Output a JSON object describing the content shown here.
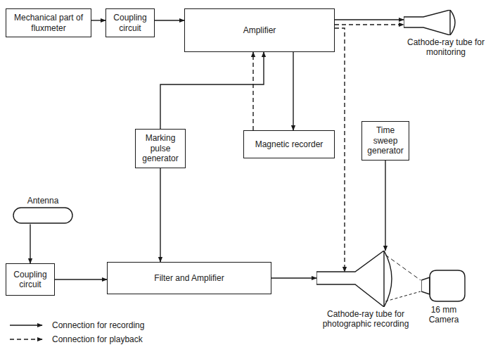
{
  "diagram": {
    "nodes": [
      {
        "text": [
          "Mechanical part of fluxmeter"
        ]
      },
      {
        "text": [
          "Coupling circuit"
        ]
      },
      {
        "text": [
          "Amplifier"
        ]
      },
      {
        "text": [
          "Cathode-ray tube for monitoring"
        ]
      },
      {
        "text": [
          "Marking pulse generator"
        ]
      },
      {
        "text": [
          "Magnetic recorder"
        ]
      },
      {
        "text": [
          "Time sweep generator"
        ]
      },
      {
        "text": [
          "Antenna"
        ]
      },
      {
        "text": [
          "Coupling circuit"
        ]
      },
      {
        "text": [
          "Filter and Amplifier"
        ]
      },
      {
        "text": [
          "Cathode-ray tube for photographic recording"
        ]
      },
      {
        "text": [
          "16 mm Camera"
        ]
      }
    ],
    "edges": [
      {
        "from": 0,
        "to": 1,
        "arrow": "to"
      },
      {
        "from": 1,
        "to": 2,
        "arrow": "to"
      },
      {
        "from": 2,
        "to": 3,
        "arrow": "to"
      },
      {
        "from": 2,
        "to": 3,
        "arrow": "to"
      },
      {
        "from": 2,
        "to": 10,
        "arrow": "to"
      },
      {
        "from": 4,
        "to": 2,
        "arrow": "to"
      },
      {
        "from": 2,
        "to": 5,
        "arrow": "to"
      },
      {
        "from": 5,
        "to": 2,
        "arrow": "to"
      },
      {
        "from": 4,
        "to": 9,
        "arrow": "to"
      },
      {
        "from": 7,
        "to": 8,
        "arrow": "to"
      },
      {
        "from": 8,
        "to": 9,
        "arrow": "to"
      },
      {
        "from": 9,
        "to": 10,
        "arrow": "to"
      },
      {
        "from": 6,
        "to": 10,
        "arrow": "to"
      },
      {
        "from": 10,
        "to": 11,
        "arrow": "none"
      }
    ],
    "legend": [
      {
        "text": "Connection for recording"
      },
      {
        "text": "Connection for playback"
      }
    ]
  }
}
